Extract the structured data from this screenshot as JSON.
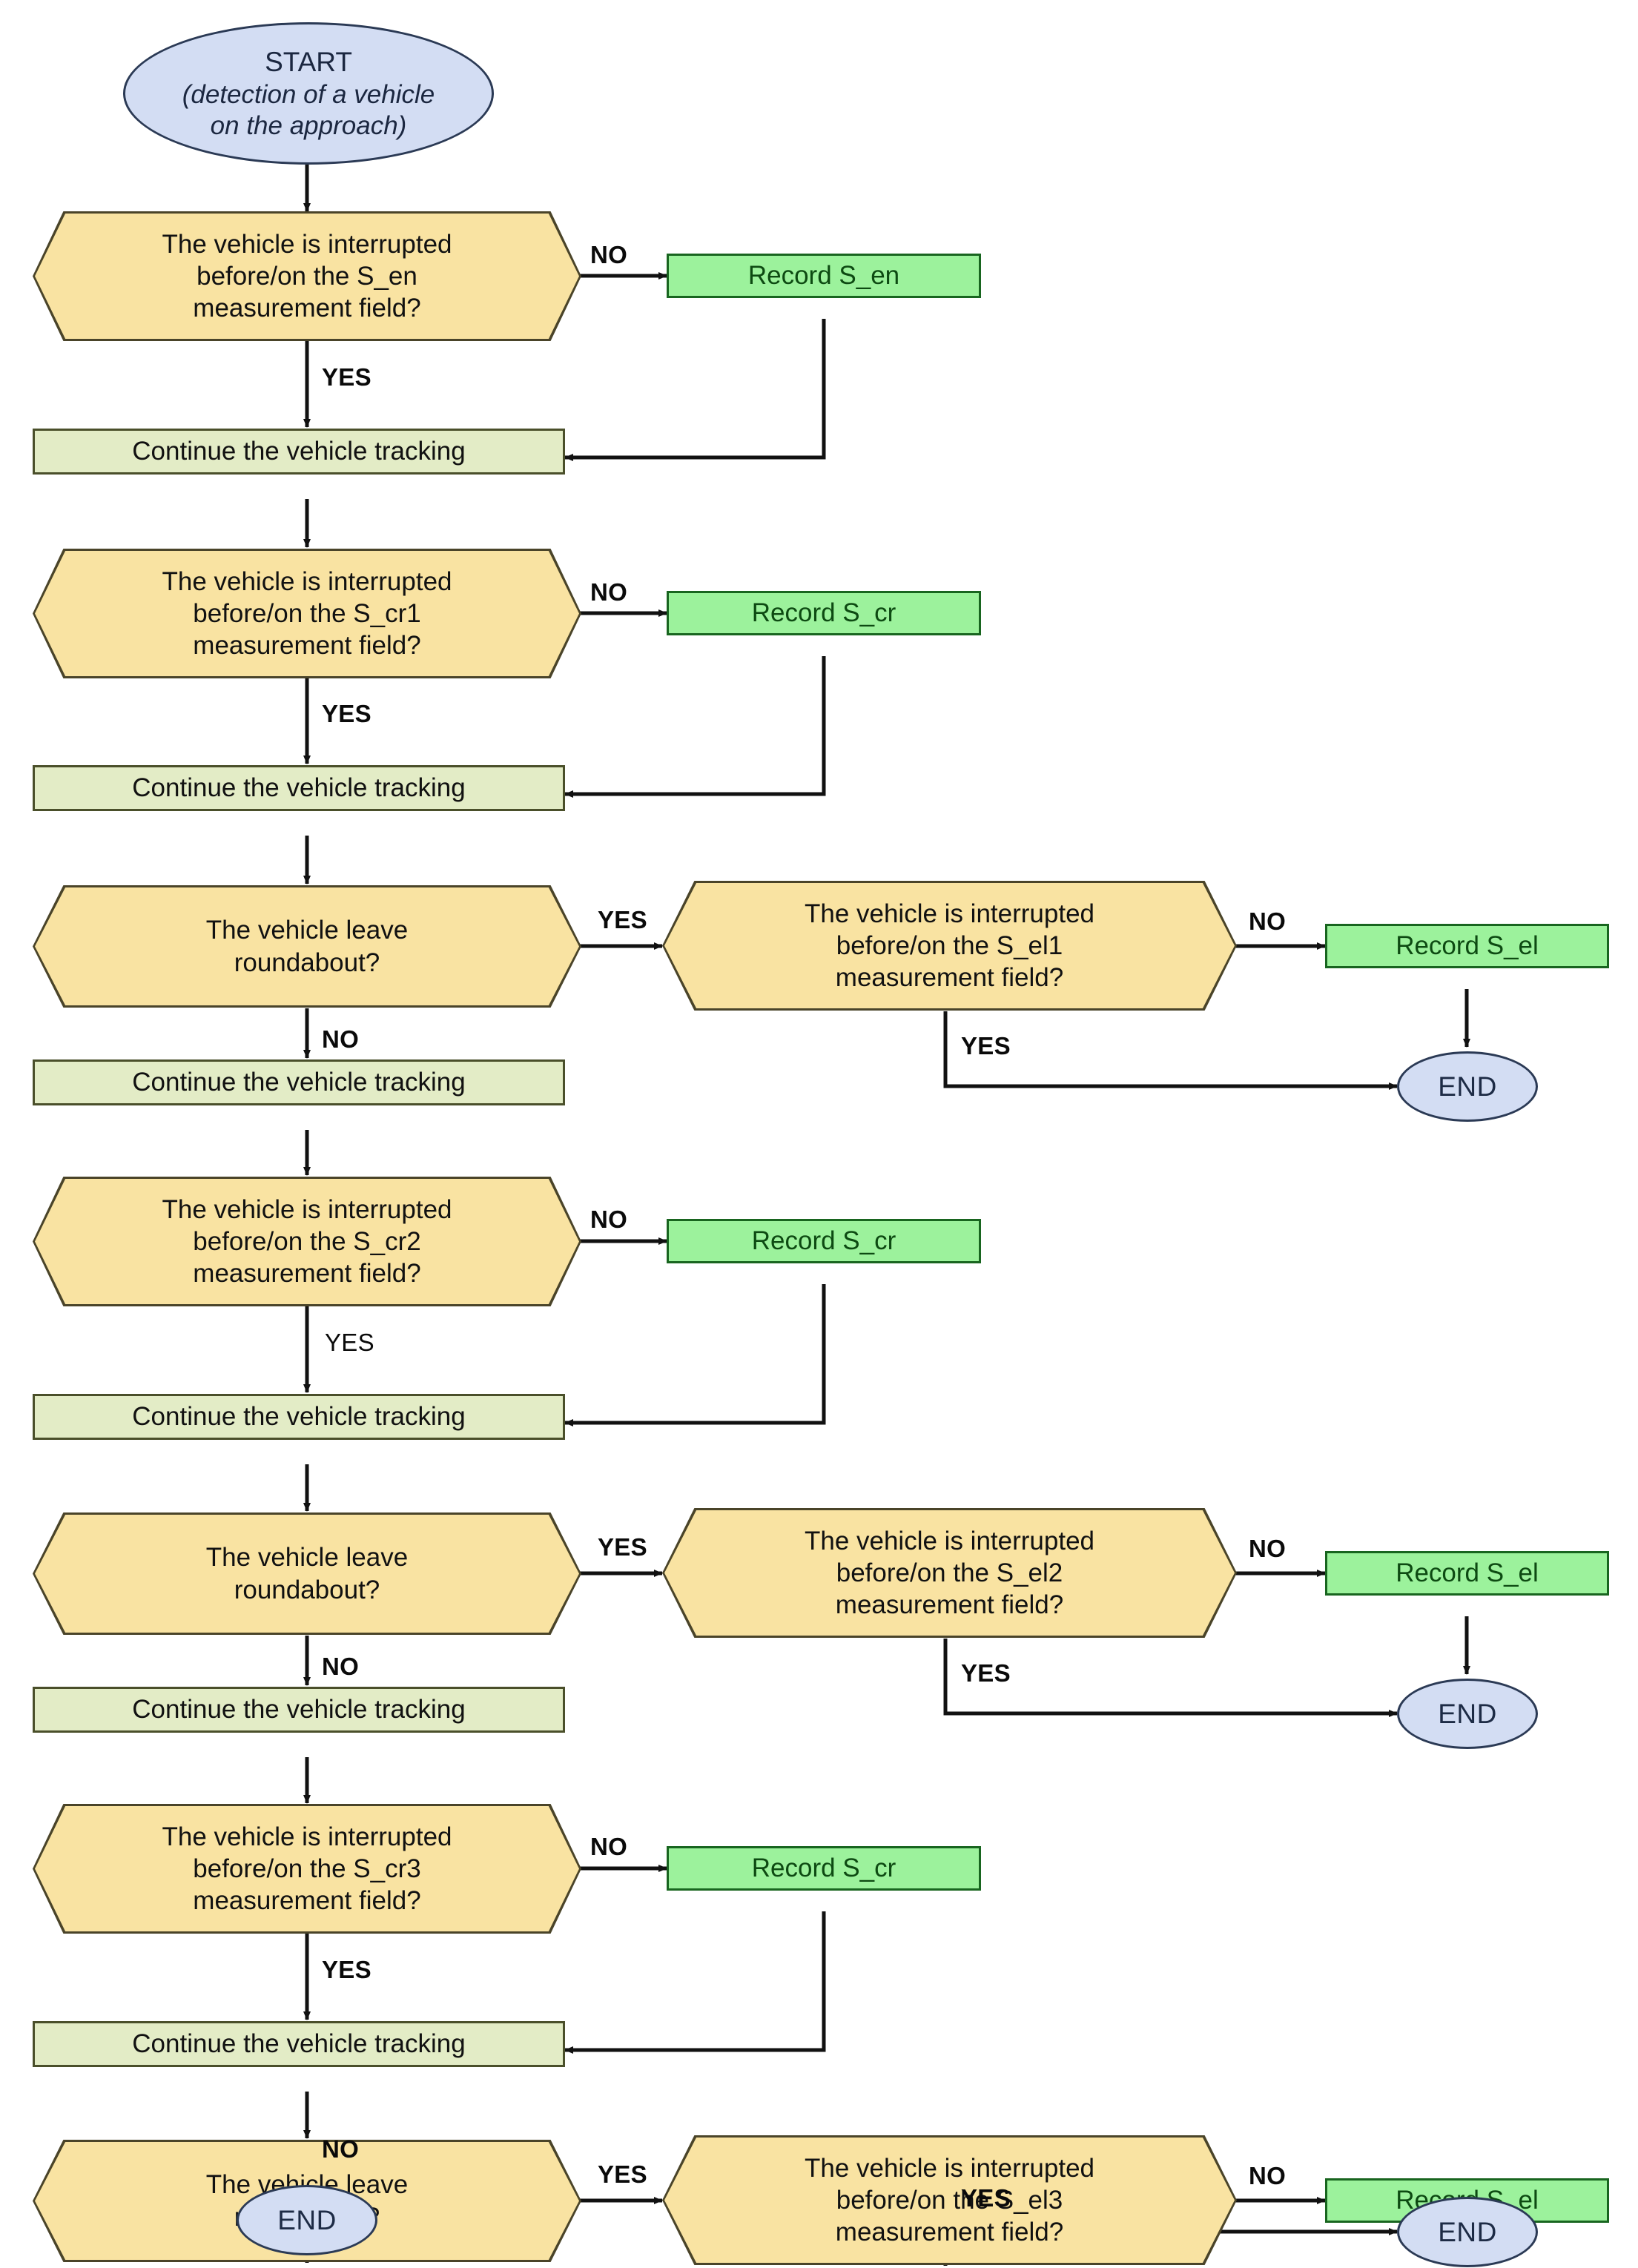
{
  "diagram": {
    "title": "Vehicle tracking measurement flowchart",
    "colors": {
      "terminator_fill": "#d3ddf3",
      "terminator_border": "#2b3a55",
      "decision_fill": "#f9e3a2",
      "decision_border": "#4a4429",
      "process_fill": "#e3ecc6",
      "process_border": "#4a4f2a",
      "record_fill": "#9cf29c",
      "record_border": "#18651f",
      "edge": "#111111",
      "background": "#ffffff"
    }
  },
  "nodes": {
    "start": {
      "label": "START",
      "sublabel_line1": "(detection of a vehicle",
      "sublabel_line2": "on the approach)"
    },
    "d_en": {
      "line1": "The vehicle is interrupted",
      "line2": "before/on the S_en",
      "line3": "measurement field?"
    },
    "d_cr1": {
      "line1": "The vehicle is interrupted",
      "line2": "before/on the S_cr1",
      "line3": "measurement field?"
    },
    "d_cr2": {
      "line1": "The vehicle is interrupted",
      "line2": "before/on the S_cr2",
      "line3": "measurement field?"
    },
    "d_cr3": {
      "line1": "The vehicle is interrupted",
      "line2": "before/on the S_cr3",
      "line3": "measurement field?"
    },
    "d_el1": {
      "line1": "The vehicle is interrupted",
      "line2": "before/on the S_el1",
      "line3": "measurement field?"
    },
    "d_el2": {
      "line1": "The vehicle is interrupted",
      "line2": "before/on the S_el2",
      "line3": "measurement field?"
    },
    "d_el3": {
      "line1": "The vehicle is interrupted",
      "line2": "before/on the S_el3",
      "line3": "measurement field?"
    },
    "d_leave1": {
      "line1": "The vehicle leave",
      "line2": "roundabout?"
    },
    "d_leave2": {
      "line1": "The vehicle leave",
      "line2": "roundabout?"
    },
    "d_leave3": {
      "line1": "The vehicle leave",
      "line2": "roundabout?"
    },
    "p_continue1": {
      "label": "Continue the vehicle tracking"
    },
    "p_continue2": {
      "label": "Continue the vehicle tracking"
    },
    "p_continue3": {
      "label": "Continue the vehicle tracking"
    },
    "p_continue4": {
      "label": "Continue the vehicle tracking"
    },
    "p_continue5": {
      "label": "Continue the vehicle tracking"
    },
    "r_en": {
      "label": "Record S_en"
    },
    "r_cr1": {
      "label": "Record S_cr"
    },
    "r_cr2": {
      "label": "Record S_cr"
    },
    "r_cr3": {
      "label": "Record S_cr"
    },
    "r_el1": {
      "label": "Record S_el"
    },
    "r_el2": {
      "label": "Record S_el"
    },
    "r_el3": {
      "label": "Record S_el"
    },
    "end1": {
      "label": "END"
    },
    "end2": {
      "label": "END"
    },
    "end3": {
      "label": "END"
    },
    "end4": {
      "label": "END"
    }
  },
  "edge_labels": {
    "en_no": "NO",
    "en_yes": "YES",
    "cr1_no": "NO",
    "cr1_yes": "YES",
    "leave1_yes": "YES",
    "leave1_no": "NO",
    "el1_no": "NO",
    "el1_yes": "YES",
    "cr2_no": "NO",
    "cr2_yes": "YES",
    "leave2_yes": "YES",
    "leave2_no": "NO",
    "el2_no": "NO",
    "el2_yes": "YES",
    "cr3_no": "NO",
    "cr3_yes": "YES",
    "leave3_yes": "YES",
    "leave3_no": "NO",
    "el3_no": "NO",
    "el3_yes": "YES"
  }
}
